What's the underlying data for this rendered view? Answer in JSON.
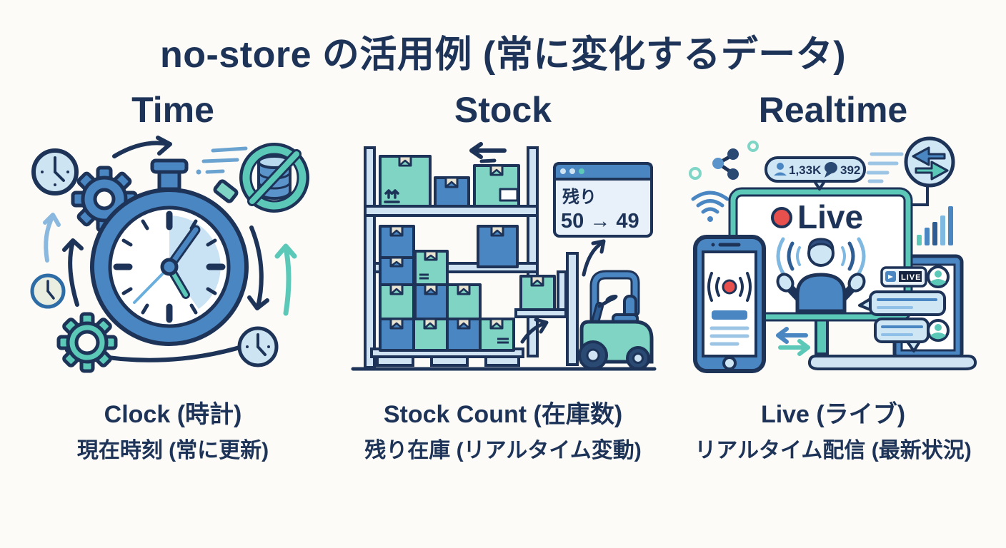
{
  "title": "no-store の活用例 (常に変化するデータ)",
  "columns": {
    "time": {
      "header": "Time",
      "caption_title": "Clock (時計)",
      "caption_sub": "現在時刻 (常に更新)",
      "icons": [
        "stopwatch-icon",
        "clock-icon",
        "gear-icon",
        "no-cache-database-icon",
        "refresh-arrow-icon"
      ]
    },
    "stock": {
      "header": "Stock",
      "caption_title": "Stock Count (在庫数)",
      "caption_sub": "残り在庫 (リアルタイム変動)",
      "browser_window": {
        "label": "残り",
        "count_change": "50 → 49"
      },
      "icons": [
        "shelf-icon",
        "box-icon",
        "forklift-icon",
        "browser-window-icon",
        "arrow-icon"
      ]
    },
    "realtime": {
      "header": "Realtime",
      "caption_title": "Live (ライブ)",
      "caption_sub": "リアルタイム配信 (最新状況)",
      "live_label": "Live",
      "stats_badge": {
        "viewers": "1,33K",
        "comments": "392"
      },
      "chat_badge_label": "LIVE",
      "icons": [
        "share-icon",
        "wifi-icon",
        "sync-arrows-icon",
        "bar-chart-icon",
        "broadcast-icon",
        "chat-bubble-icon",
        "avatar-icon",
        "monitor-icon",
        "phone-icon",
        "laptop-icon"
      ]
    }
  },
  "colors": {
    "background": "#fcfbf8",
    "navy": "#1d3357",
    "blue": "#4a86c2",
    "steel_blue": "#2e5d94",
    "light_blue": "#cfe3f2",
    "sky_line": "#9cc4e4",
    "teal": "#5cc8b8",
    "teal_light": "#7fd4c4",
    "red": "#e8504e",
    "tape_beige": "#e9e4d2"
  }
}
